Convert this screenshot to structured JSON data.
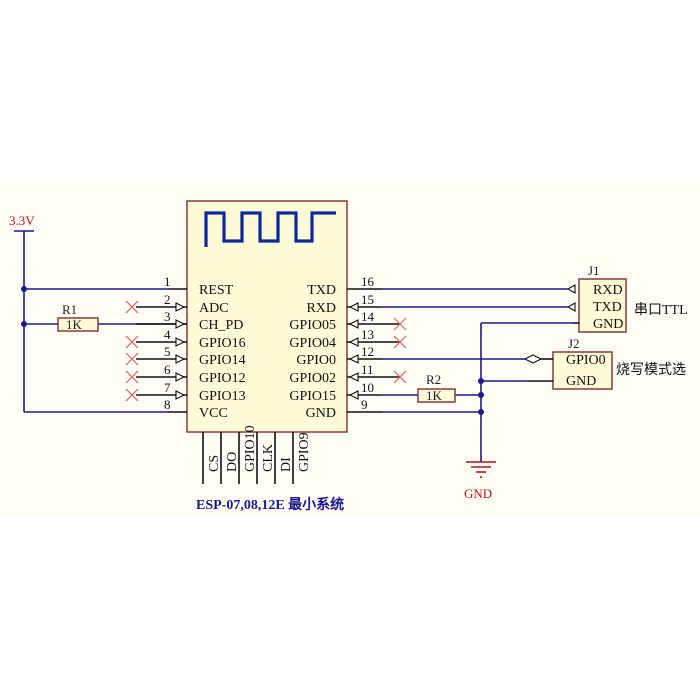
{
  "module": {
    "title": "ESP-07,08,12E 最小系统",
    "left_pins": [
      {
        "num": "1",
        "name": "REST"
      },
      {
        "num": "2",
        "name": "ADC"
      },
      {
        "num": "3",
        "name": "CH_PD"
      },
      {
        "num": "4",
        "name": "GPIO16"
      },
      {
        "num": "5",
        "name": "GPIO14"
      },
      {
        "num": "6",
        "name": "GPIO12"
      },
      {
        "num": "7",
        "name": "GPIO13"
      },
      {
        "num": "8",
        "name": "VCC"
      }
    ],
    "right_pins": [
      {
        "num": "16",
        "name": "TXD"
      },
      {
        "num": "15",
        "name": "RXD"
      },
      {
        "num": "14",
        "name": "GPIO05"
      },
      {
        "num": "13",
        "name": "GPIO04"
      },
      {
        "num": "12",
        "name": "GPIO0"
      },
      {
        "num": "11",
        "name": "GPIO02"
      },
      {
        "num": "10",
        "name": "GPIO15"
      },
      {
        "num": "9",
        "name": "GND"
      }
    ],
    "bottom_pins": [
      "CS",
      "DO",
      "GPIO10",
      "CLK",
      "DI",
      "GPIO9"
    ]
  },
  "power": {
    "label": "3.3V"
  },
  "ground": {
    "label": "GND"
  },
  "r1": {
    "ref": "R1",
    "value": "1K"
  },
  "r2": {
    "ref": "R2",
    "value": "1K"
  },
  "j1": {
    "ref": "J1",
    "pins": [
      "RXD",
      "TXD",
      "GND"
    ],
    "note": "串口TTL"
  },
  "j2": {
    "ref": "J2",
    "pins": [
      "GPIO0",
      "GND"
    ],
    "note": "烧写模式选"
  }
}
